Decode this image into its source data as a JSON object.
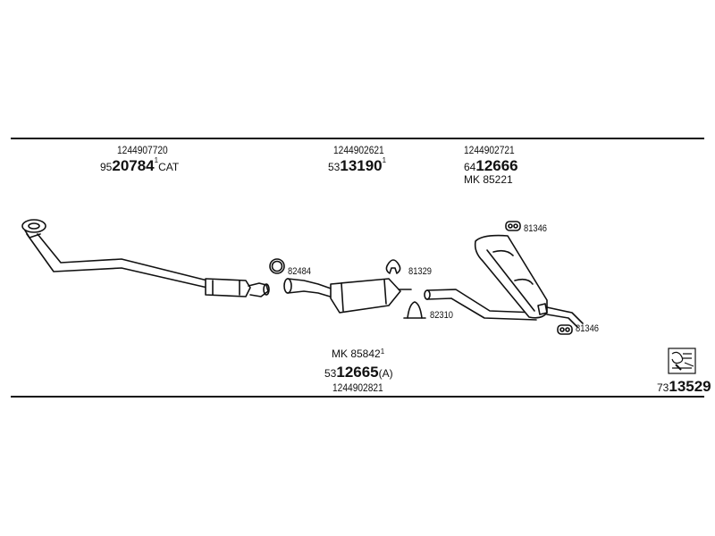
{
  "groups": [
    {
      "oe": "1244907720",
      "prefix": "95",
      "number": "20784",
      "mark": "",
      "suffix": "CAT"
    },
    {
      "oe": "1244902621",
      "prefix": "53",
      "number": "13190",
      "mark": "1",
      "suffix": ""
    },
    {
      "oe": "1244902721",
      "prefix": "64",
      "number": "12666",
      "mark": "",
      "suffix": "",
      "kit": "MK  85221"
    }
  ],
  "center_group": {
    "kit": "MK  85842",
    "kit_mark": "1",
    "prefix": "53",
    "number": "12665",
    "suffix": "(A)",
    "oe": "1244902821"
  },
  "refs": [
    "82484",
    "81329",
    "82310",
    "81346",
    "81346"
  ],
  "catalog": {
    "prefix": "73",
    "number": "13529"
  },
  "icons": [
    "catalog-icon"
  ],
  "colors": {
    "ink": "#111111",
    "background": "#ffffff"
  }
}
